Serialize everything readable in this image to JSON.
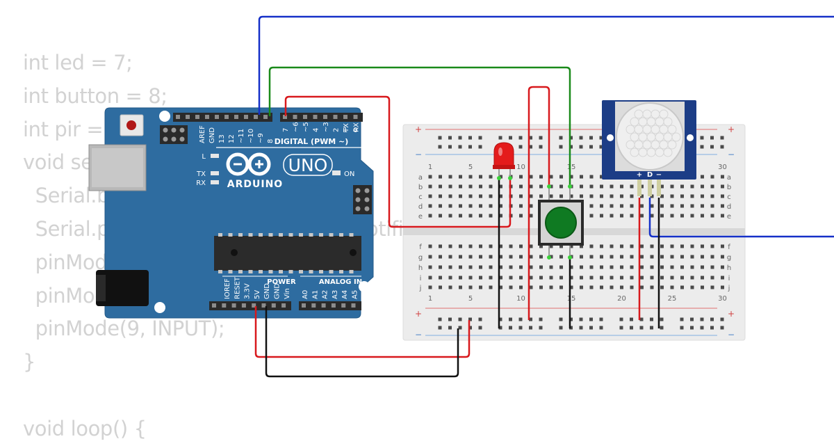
{
  "code_lines": [
    "int led = 7;",
    "int button = 8;",
    "int pir = 9;",
    "void setup() {",
    "  Serial.begin(9600);",
    "  Serial.println(\"Motion Detection Notification\");",
    "  pinMode(7, OUTPUT);",
    "  pinMode(8, INPUT);",
    "  pinMode(9, INPUT);",
    "}",
    "",
    "void loop() {"
  ],
  "arduino": {
    "brand": "ARDUINO",
    "model": "UNO",
    "digital_label": "DIGITAL (PWM ~)",
    "power_label": "POWER",
    "analog_label": "ANALOG IN",
    "on_label": "ON",
    "led_l": "L",
    "led_tx": "TX",
    "led_rx": "RX",
    "top_pins_left": [
      "AREF",
      "GND",
      "13",
      "12",
      "~11",
      "~10",
      "~9",
      "8"
    ],
    "top_pins_right": [
      "7",
      "~6",
      "~5",
      "4",
      "~3",
      "2",
      "TX",
      "RX"
    ],
    "top_pins_right_sub": [
      "",
      "",
      "",
      "",
      "",
      "",
      "1",
      "0"
    ],
    "power_pins": [
      "IOREF",
      "RESET",
      "3.3V",
      "5V",
      "GND",
      "GND",
      "Vin"
    ],
    "analog_pins": [
      "A0",
      "A1",
      "A2",
      "A3",
      "A4",
      "A5"
    ]
  },
  "breadboard": {
    "col_numbers": [
      "1",
      "5",
      "10",
      "15",
      "20",
      "25",
      "30"
    ],
    "rows_top": [
      "a",
      "b",
      "c",
      "d",
      "e"
    ],
    "rows_bottom": [
      "f",
      "g",
      "h",
      "i",
      "j"
    ],
    "plus": "+",
    "minus": "−"
  },
  "pir": {
    "pins": [
      "+",
      "D",
      "−"
    ]
  },
  "colors": {
    "board": "#2e6ca0",
    "wire_red": "#d8191d",
    "wire_green": "#1a8a1a",
    "wire_blue": "#1530c8",
    "wire_black": "#111111",
    "code_text": "#d2d2d2"
  }
}
